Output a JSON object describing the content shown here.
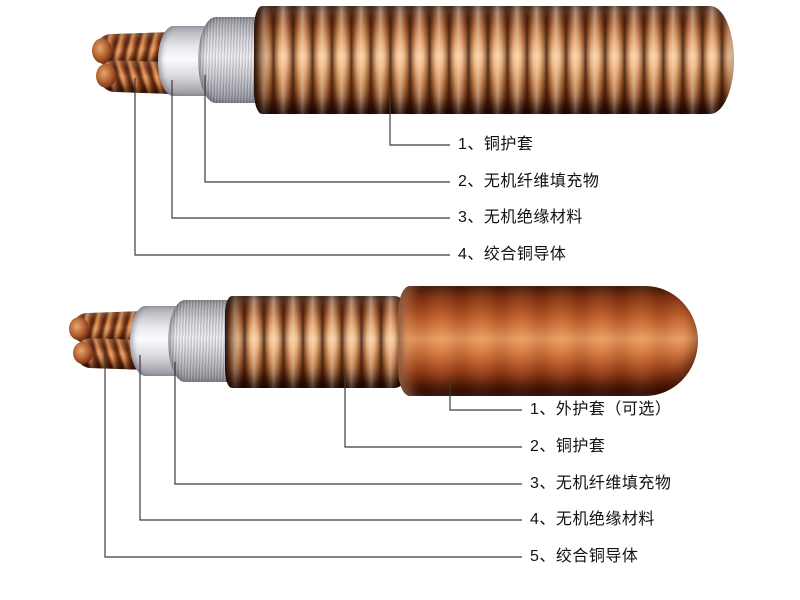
{
  "figure": {
    "top_cable": {
      "labels": [
        "1、铜护套",
        "2、无机纤维填充物",
        "3、无机绝缘材料",
        "4、绞合铜导体"
      ]
    },
    "bottom_cable": {
      "labels": [
        "1、外护套（可选）",
        "2、铜护套",
        "3、无机纤维填充物",
        "4、无机绝缘材料",
        "5、绞合铜导体"
      ]
    },
    "colors": {
      "copper_sheath": "#b96f3a",
      "outer_jacket": "#b5552a",
      "conductor_copper": "#a85a30",
      "insulation_white": "#ececf0",
      "fiber_gray": "#cfcfd6",
      "leader_line": "#3c3c3c",
      "label_text": "#111111",
      "background": "#ffffff"
    }
  }
}
